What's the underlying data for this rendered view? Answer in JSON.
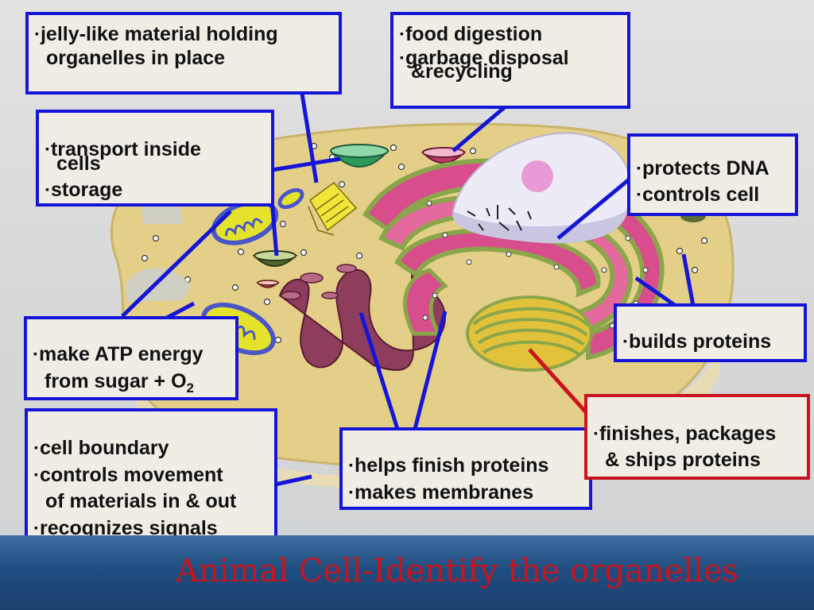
{
  "slide": {
    "title": "Animal Cell-Identify the organelles"
  },
  "colors": {
    "box_border": "#1515d8",
    "box_border_highlight": "#c8141e",
    "box_fill": "#f0ede4",
    "title": "#c8141e",
    "band": "#1f4d80",
    "cytoplasm": "#e6d28c",
    "rough_er": "#d84d8c",
    "golgi": "#e1c23a",
    "nucleus": "#ecebf6",
    "mitochondria": "#4a56c8"
  },
  "labels": {
    "cytoplasm": {
      "lines": [
        "jelly-like material holding",
        "organelles in place"
      ]
    },
    "lysosome": {
      "lines": [
        "food digestion",
        "garbage disposal",
        "&recycling"
      ]
    },
    "vacuole": {
      "lines": [
        "transport inside",
        "cells",
        "storage"
      ]
    },
    "nucleus": {
      "lines": [
        "protects DNA",
        "controls cell"
      ]
    },
    "mitochondria": {
      "line1": "make ATP energy",
      "line2_prefix": "from sugar + O",
      "line2_sub": "2"
    },
    "ribosomes": {
      "lines": [
        "builds proteins"
      ]
    },
    "cell_membrane": {
      "lines": [
        "cell boundary",
        "controls movement",
        "of materials in & out",
        "recognizes signals"
      ]
    },
    "er": {
      "lines": [
        "helps finish proteins",
        "makes membranes"
      ]
    },
    "golgi": {
      "lines": [
        "finishes, packages",
        "& ships proteins"
      ]
    }
  },
  "bullet_glyph": "▪"
}
